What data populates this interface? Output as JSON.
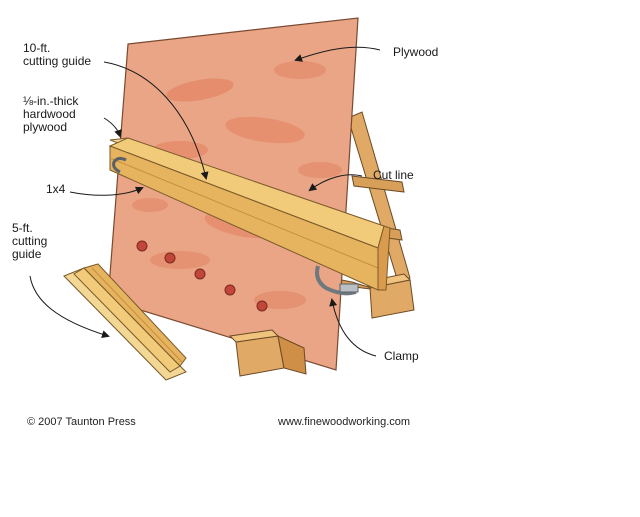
{
  "labels": {
    "cutting_guide_10ft": [
      "10-ft.",
      "cutting guide"
    ],
    "hardwood_plywood": [
      "⅛-in.-thick",
      "hardwood",
      "plywood"
    ],
    "one_by_four": "1x4",
    "cutting_guide_5ft": [
      "5-ft.",
      "cutting",
      "guide"
    ],
    "plywood": "Plywood",
    "cut_line": "Cut line",
    "clamp": "Clamp"
  },
  "footer": {
    "copyright": "© 2007 Taunton Press",
    "url": "www.finewoodworking.com"
  },
  "colors": {
    "plywood_face": "#e9a585",
    "plywood_blotch": "#e0704f",
    "guide_wood": "#f2cb7a",
    "frame_wood": "#dba35c",
    "clamp_metal": "#b8c0c6",
    "bolt_red": "#c2453a",
    "leader_line": "#1a1a1a"
  }
}
